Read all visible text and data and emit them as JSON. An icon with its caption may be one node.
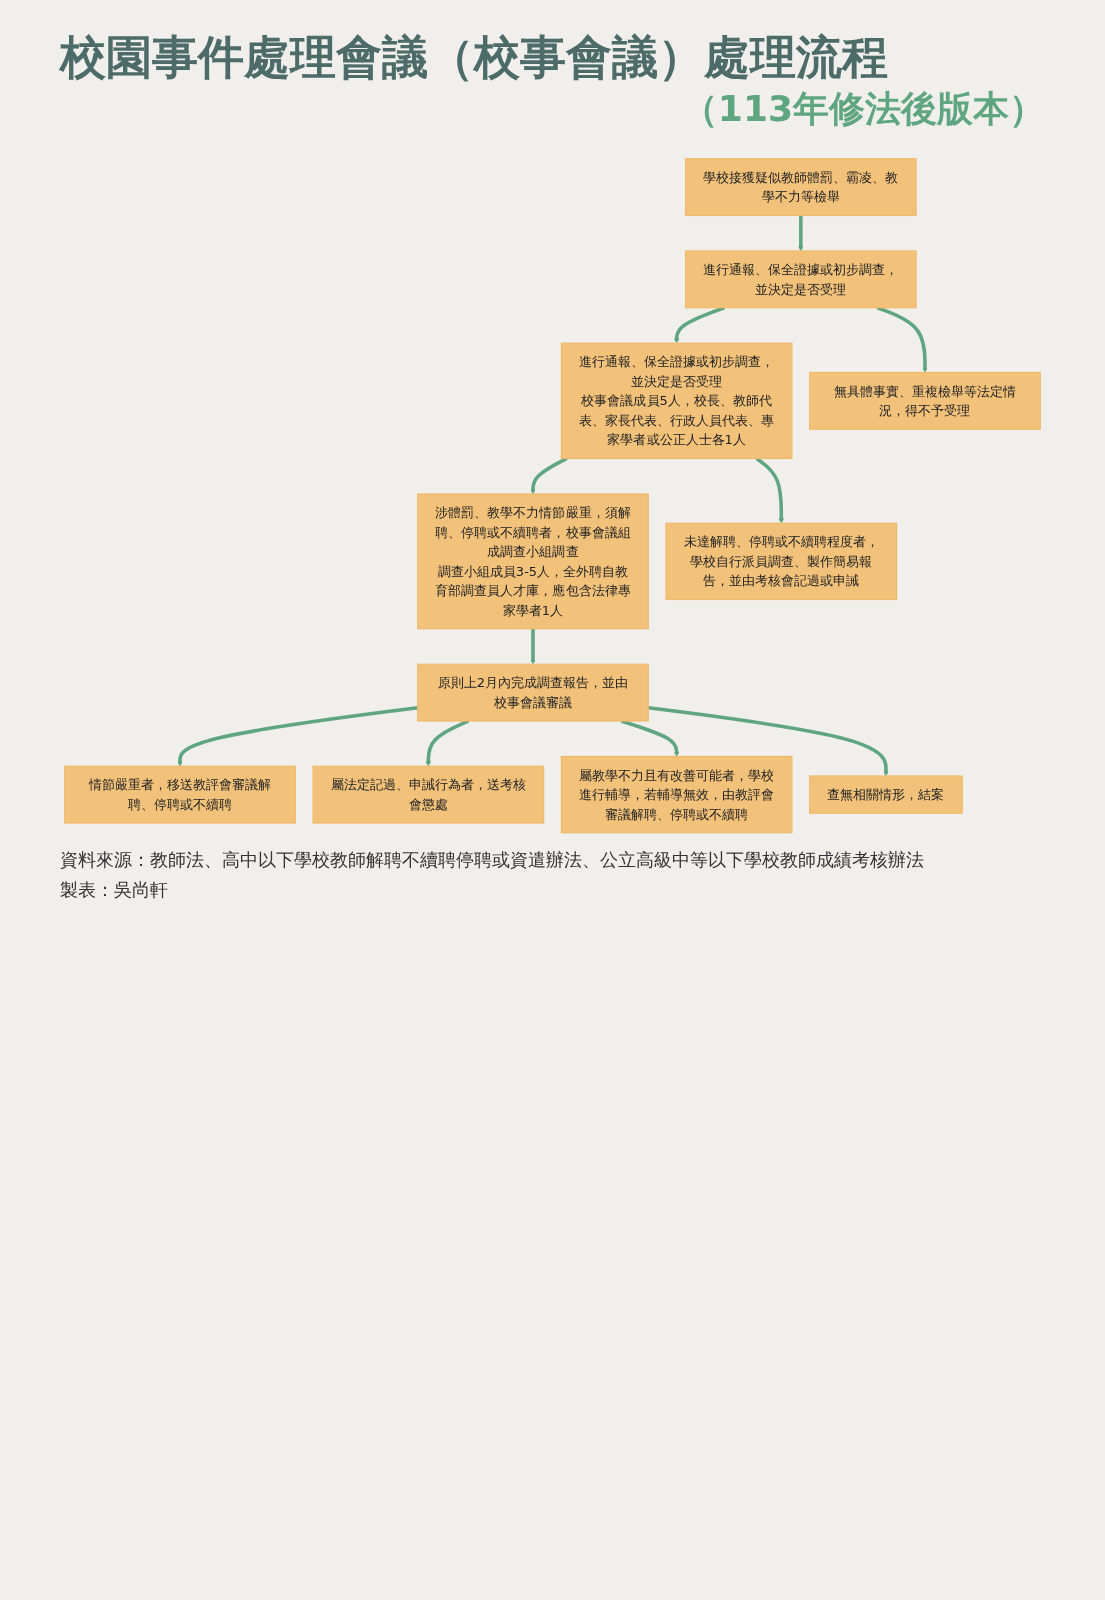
{
  "diagram": {
    "title": "校園事件處理會議（校事會議）處理流程",
    "nodes": [
      {
        "text": [
          "學校接獲疑似教師體罰、霸凌、教學不力等檢舉"
        ]
      },
      {
        "text": [
          "進行通報、保全證據或初步調查，並決定是否受理"
        ]
      },
      {
        "text": [
          "進行通報、保全證據或初步調查，並決定是否受理",
          "校事會議成員5人，校長、教師代表、家長代表、行政人員代表、專家學者或公正人士各1人"
        ]
      },
      {
        "text": [
          "無具體事實、重複檢舉等法定情況，得不予受理"
        ]
      },
      {
        "text": [
          "涉體罰、教學不力情節嚴重，須解聘、停聘或不續聘者，校事會議組成調查小組調查",
          "調查小組成員3-5人，全外聘自教育部調查員人才庫，應包含法律專家學者1人"
        ]
      },
      {
        "text": [
          "未達解聘、停聘或不續聘程度者，學校自行派員調查、製作簡易報告，並由考核會記過或申誡"
        ]
      },
      {
        "text": [
          "原則上2月內完成調查報告，並由校事會議審議"
        ]
      },
      {
        "text": [
          "情節嚴重者，移送教評會審議解聘、停聘或不續聘"
        ]
      },
      {
        "text": [
          "屬法定記過、申誡行為者，送考核會懲處"
        ]
      },
      {
        "text": [
          "屬教學不力且有改善可能者，學校進行輔導，若輔導無效，由教評會審議解聘、停聘或不續聘"
        ]
      },
      {
        "text": [
          "查無相關情形，結案"
        ]
      }
    ],
    "edges": [
      {
        "from": 0,
        "to": 1,
        "arrow": "to"
      },
      {
        "from": 1,
        "to": 2,
        "arrow": "to"
      },
      {
        "from": 1,
        "to": 3,
        "arrow": "to"
      },
      {
        "from": 2,
        "to": 4,
        "arrow": "to"
      },
      {
        "from": 2,
        "to": 5,
        "arrow": "to"
      },
      {
        "from": 4,
        "to": 6,
        "arrow": "to"
      },
      {
        "from": 6,
        "to": 7,
        "arrow": "to"
      },
      {
        "from": 6,
        "to": 8,
        "arrow": "to"
      },
      {
        "from": 6,
        "to": 9,
        "arrow": "to"
      },
      {
        "from": 6,
        "to": 10,
        "arrow": "to"
      }
    ],
    "labels": [
      "（113年修法後版本）",
      "資料來源：教師法、高中以下學校教師解聘不續聘停聘或資遣辦法、公立高級中等以下學校教師成績考核辦法",
      "製表：吳尚軒"
    ]
  }
}
